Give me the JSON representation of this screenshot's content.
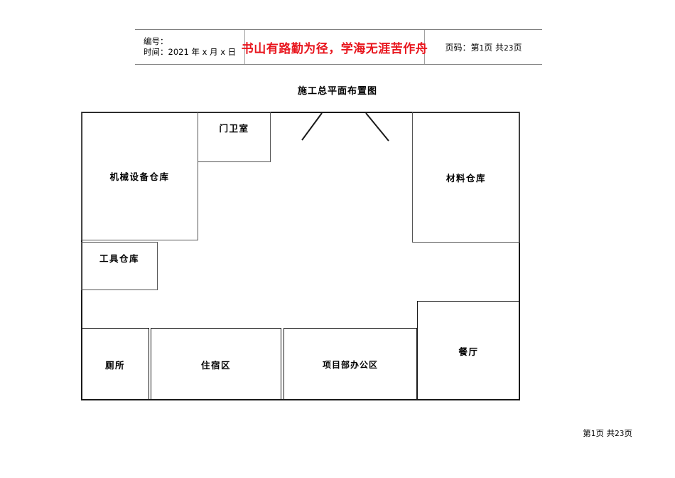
{
  "header": {
    "doc_number_label": "编号：",
    "date_label": "时间：2021 年 x 月 x 日",
    "slogan": "书山有路勤为径，学海无涯苦作舟",
    "page_prefix": "页码：第",
    "page_current": "1",
    "page_mid": "页 共",
    "page_total": "23",
    "page_suffix": "页"
  },
  "drawing": {
    "title": "施工总平面布置图",
    "zones": [
      {
        "id": "machine-equipment-warehouse",
        "label": "机械设备仓库"
      },
      {
        "id": "guard-room",
        "label": "门卫室"
      },
      {
        "id": "material-warehouse",
        "label": "材料仓库"
      },
      {
        "id": "tool-warehouse",
        "label": "工具仓库"
      },
      {
        "id": "toilet",
        "label": "厕所"
      },
      {
        "id": "accommodation-area",
        "label": "住宿区"
      },
      {
        "id": "project-office-area",
        "label": "项目部办公区"
      },
      {
        "id": "canteen",
        "label": "餐厅"
      }
    ],
    "gate": {
      "name": "site-entrance-gate"
    }
  },
  "footer": {
    "page_prefix": "第",
    "page_current": "1",
    "page_mid": "页 共",
    "page_total": "23",
    "page_suffix": "页"
  },
  "colors": {
    "slogan_red": "#e8151d",
    "line_dark": "#1a1a1a",
    "line_gray": "#555555"
  }
}
